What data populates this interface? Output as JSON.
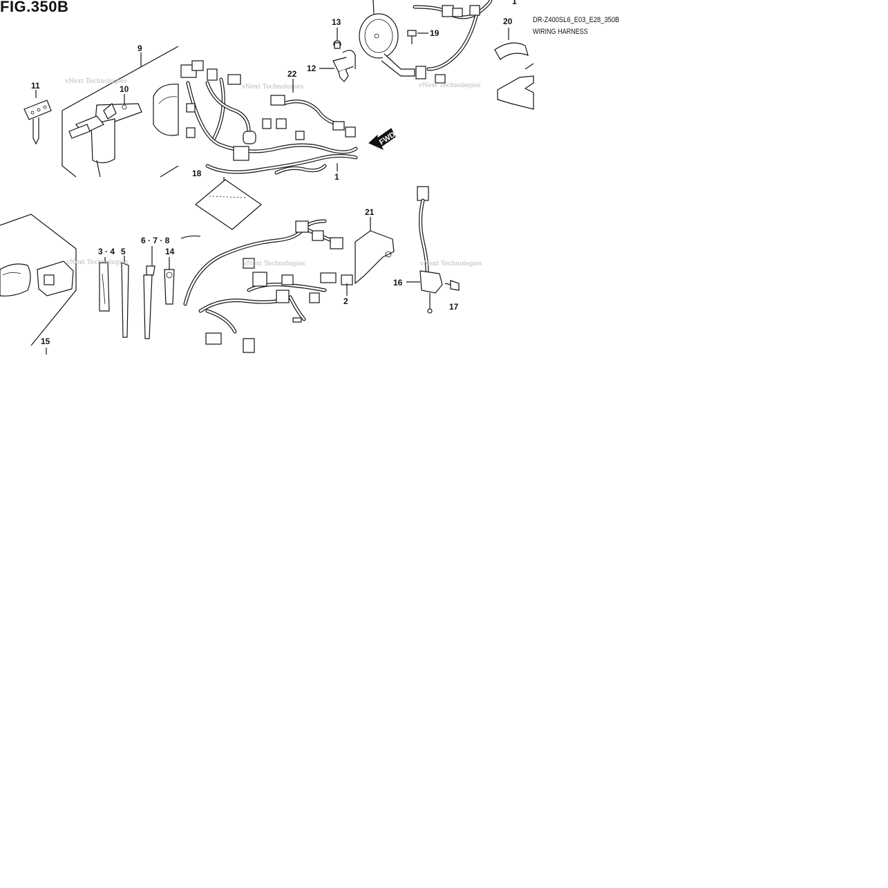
{
  "figure": {
    "title": "FIG.350B",
    "code": "DR-Z400SL6_E03_E28_350B",
    "name": "WIRING HARNESS"
  },
  "watermark": "vNext Technologies",
  "fwd_label": "FWD",
  "callouts": [
    {
      "id": "c1a",
      "label": "1"
    },
    {
      "id": "c1b",
      "label": "1"
    },
    {
      "id": "c2",
      "label": "2"
    },
    {
      "id": "c34",
      "label": "3 · 4"
    },
    {
      "id": "c5",
      "label": "5"
    },
    {
      "id": "c678",
      "label": "6 · 7 · 8"
    },
    {
      "id": "c9",
      "label": "9"
    },
    {
      "id": "c10",
      "label": "10"
    },
    {
      "id": "c11",
      "label": "11"
    },
    {
      "id": "c12",
      "label": "12"
    },
    {
      "id": "c13",
      "label": "13"
    },
    {
      "id": "c14",
      "label": "14"
    },
    {
      "id": "c15",
      "label": "15"
    },
    {
      "id": "c16",
      "label": "16"
    },
    {
      "id": "c17",
      "label": "17"
    },
    {
      "id": "c18",
      "label": "18"
    },
    {
      "id": "c19",
      "label": "19"
    },
    {
      "id": "c20",
      "label": "20"
    },
    {
      "id": "c21",
      "label": "21"
    },
    {
      "id": "c22",
      "label": "22"
    }
  ]
}
